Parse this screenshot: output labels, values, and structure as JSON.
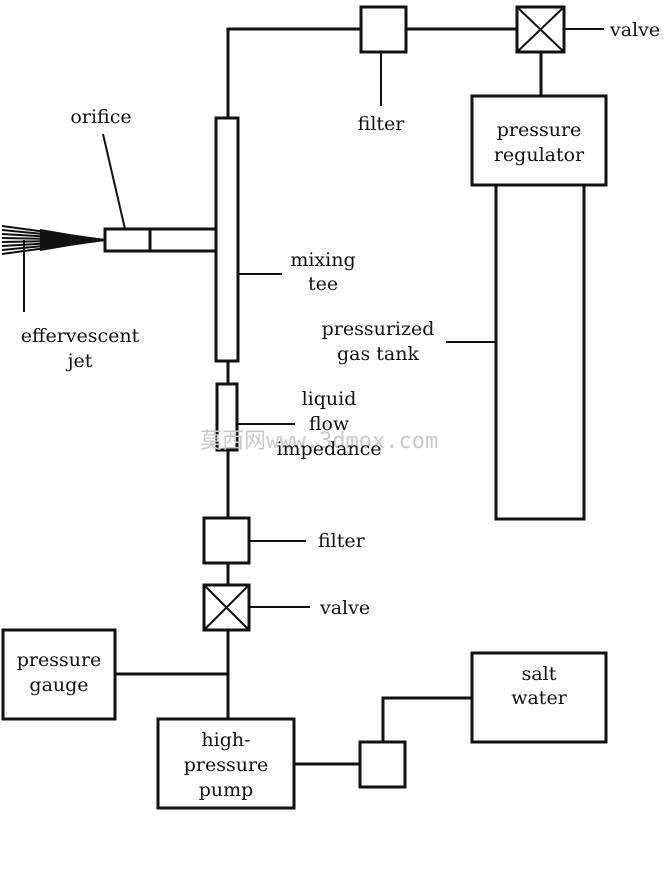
{
  "labels": {
    "valve_top": "valve",
    "filter_top": "filter",
    "pressure_regulator": [
      "pressure",
      "regulator"
    ],
    "orifice": "orifice",
    "mixing_tee": [
      "mixing",
      "tee"
    ],
    "effervescent_jet": [
      "effervescent",
      "jet"
    ],
    "pressurized_gas_tank": [
      "pressurized",
      "gas tank"
    ],
    "liquid_flow_impedance": [
      "liquid",
      "flow",
      "impedance"
    ],
    "filter_bottom": "filter",
    "valve_bottom": "valve",
    "pressure_gauge": [
      "pressure",
      "gauge"
    ],
    "salt_water": [
      "salt",
      "water"
    ],
    "high_pressure_pump": [
      "high-",
      "pressure",
      "pump"
    ]
  },
  "watermark": "莫西网www.3dmox.com",
  "colors": {
    "line": "#111111",
    "background": "#ffffff",
    "watermark": "#c9c9c9"
  }
}
